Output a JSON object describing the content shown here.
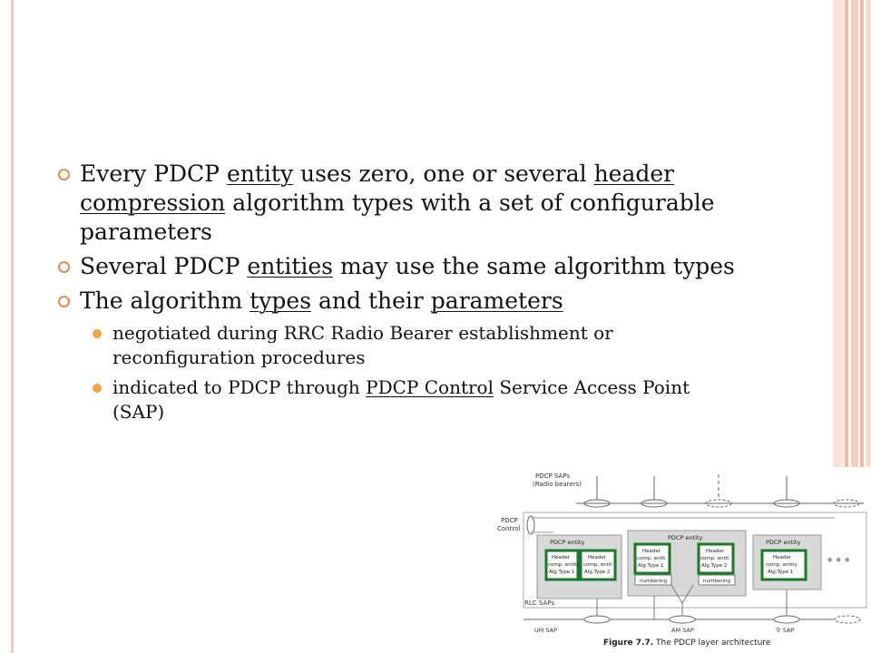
{
  "bullets": [
    {
      "level": 1,
      "segments": [
        {
          "text": "Every PDCP "
        },
        {
          "text": "entity",
          "u": true
        },
        {
          "text": " uses zero, one or several "
        },
        {
          "text": "header",
          "u": true
        },
        {
          "text": " "
        },
        {
          "text": "compression",
          "u": true
        },
        {
          "text": " algorithm types with a set of configurable parameters"
        }
      ]
    },
    {
      "level": 1,
      "segments": [
        {
          "text": "Several PDCP "
        },
        {
          "text": "entities",
          "u": true
        },
        {
          "text": " may use the same algorithm types"
        }
      ]
    },
    {
      "level": 1,
      "segments": [
        {
          "text": "The algorithm "
        },
        {
          "text": "types",
          "u": true
        },
        {
          "text": " and their "
        },
        {
          "text": "parameters",
          "u": true
        }
      ]
    },
    {
      "level": 2,
      "segments": [
        {
          "text": "negotiated during RRC Radio Bearer establishment or reconfiguration procedures"
        }
      ]
    },
    {
      "level": 2,
      "segments": [
        {
          "text": "indicated to PDCP through "
        },
        {
          "text": "PDCP Control",
          "u": true
        },
        {
          "text": " Service Access Point (SAP)"
        }
      ]
    }
  ],
  "figure": {
    "labels": {
      "pdcp_saps": "PDCP SAPs",
      "radio_bearers": "(Radio bearers)",
      "pdcp": "PDCP",
      "control": "Control",
      "entity_left": "PDCP entity",
      "entity_mid": "PDCP entity",
      "entity_right": "PDCP entity",
      "header": "Header",
      "comp_entity": "comp. entity",
      "comp_entit": "comp. entit",
      "alg1": "Alg.Type 1",
      "alg2": "Alg.Type 2",
      "numbering": "numbering",
      "rlc_saps": "RLC SAPs",
      "um_sap": "UM SAP",
      "am_sap": "AM SAP",
      "tr_sap": "Tr SAP",
      "more": "•••"
    },
    "caption_bold": "Figure 7.7.",
    "caption_text": " The PDCP layer architecture",
    "colors": {
      "highlight": "#1a7a2a",
      "entity_bg": "#d8d8d8",
      "outline": "#8a8a8a"
    }
  }
}
